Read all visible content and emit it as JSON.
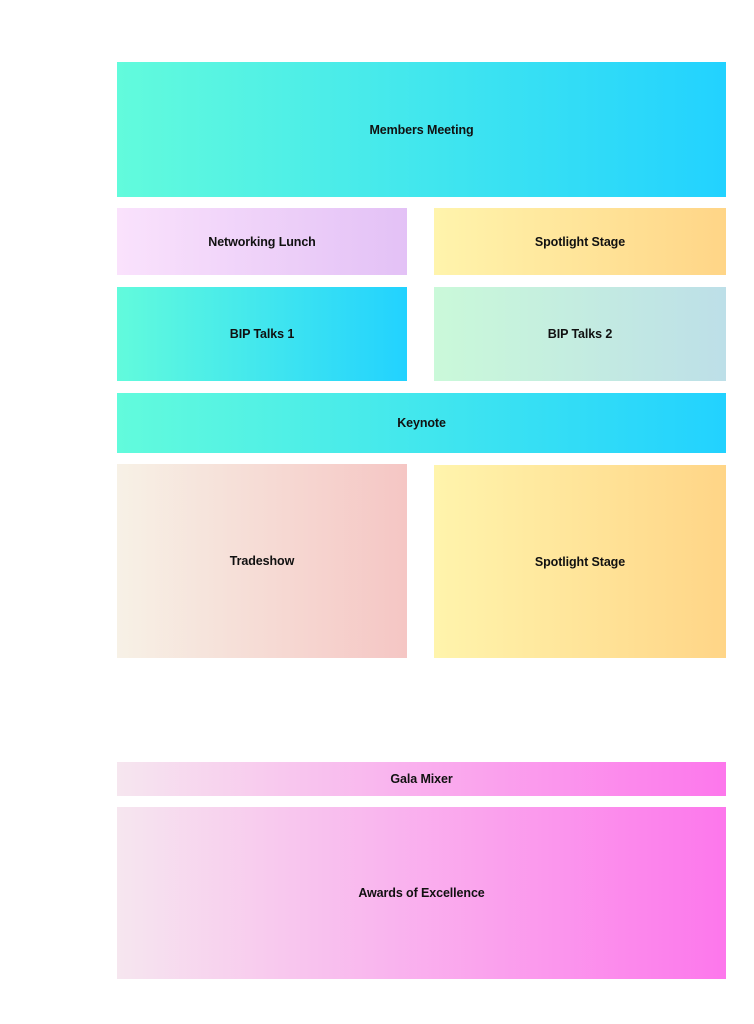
{
  "agenda": {
    "members_meeting": "Members Meeting",
    "networking_lunch": "Networking Lunch",
    "spotlight_stage_1": "Spotlight Stage",
    "bip_talks_1": "BIP Talks 1",
    "bip_talks_2": "BIP Talks 2",
    "keynote": "Keynote",
    "tradeshow": "Tradeshow",
    "spotlight_stage_2": "Spotlight Stage",
    "gala_mixer": "Gala Mixer",
    "awards": "Awards of Excellence"
  },
  "colors": {
    "teal": [
      "#62fbdc",
      "#22d2ff"
    ],
    "lilac": [
      "#fae2fc",
      "#e3c1f6"
    ],
    "yellow": [
      "#fff4ac",
      "#ffd587"
    ],
    "mint": [
      "#caf9d9",
      "#bddfe8"
    ],
    "peach": [
      "#f7f1e6",
      "#f5c6c4"
    ],
    "pink": [
      "#f6e6ef",
      "#fd77ec"
    ]
  }
}
